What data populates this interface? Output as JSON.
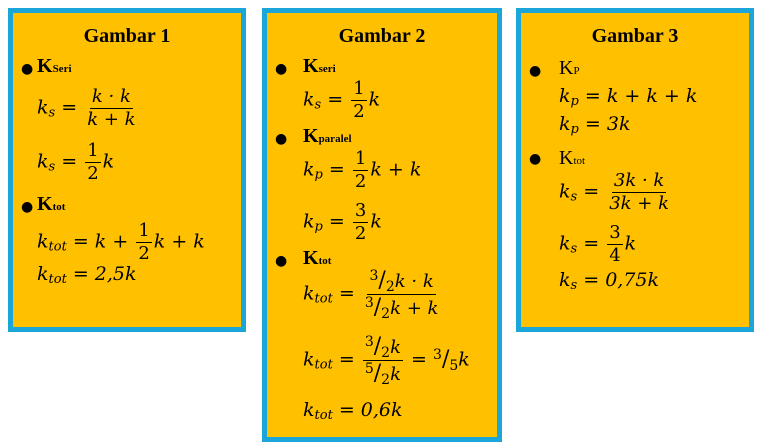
{
  "panels": [
    {
      "title": "Gambar 1",
      "sections": [
        {
          "letter": "K",
          "sub": "Seri"
        },
        {
          "letter": "K",
          "sub": "tot"
        }
      ],
      "eq": {
        "var_ks": "k",
        "sub_s": "s",
        "eq1_num": "k · k",
        "eq1_den": "k + k",
        "half_num": "1",
        "half_den": "2",
        "half_tail": "k",
        "ktot_sub": "tot",
        "eq4_head": "= k +",
        "eq4_tail": "k + k",
        "eq5_rhs": "= 2,5k"
      }
    },
    {
      "title": "Gambar 2",
      "sections": [
        {
          "letter": "K",
          "sub": "seri"
        },
        {
          "letter": "K",
          "sub": "paralel"
        },
        {
          "letter": "K",
          "sub": "tot"
        }
      ],
      "eq": {
        "ks_half_num": "1",
        "ks_half_den": "2",
        "ks_tail": "k",
        "kp1_num": "1",
        "kp1_den": "2",
        "kp1_tail": "k + k",
        "kp2_num": "3",
        "kp2_den": "2",
        "kp2_tail": "k",
        "t1_num_tail": "k · k",
        "t1_den_tail": "k + k",
        "t2_num_tail": "k",
        "t2_den_tail": "k",
        "s3": "3",
        "s2": "2",
        "s5": "5",
        "t2_rhs_tail": "k",
        "t3_rhs": "= 0,6k"
      }
    },
    {
      "title": "Gambar 3",
      "sections": [
        {
          "letter": "K",
          "sub": "P"
        },
        {
          "letter": "K",
          "sub": "tot"
        }
      ],
      "eq": {
        "kp1_rhs": "= k + k + k",
        "kp2_rhs": "= 3k",
        "ks1_num": "3k · k",
        "ks1_den": "3k + k",
        "ks2_num": "3",
        "ks2_den": "4",
        "ks2_tail": "k",
        "ks3_rhs": "= 0,75k"
      }
    }
  ],
  "colors": {
    "panel_fill": "#ffc000",
    "panel_border": "#1aa6d9"
  },
  "symbols": {
    "bullet": "●",
    "equals": "=",
    "slash": "/"
  }
}
